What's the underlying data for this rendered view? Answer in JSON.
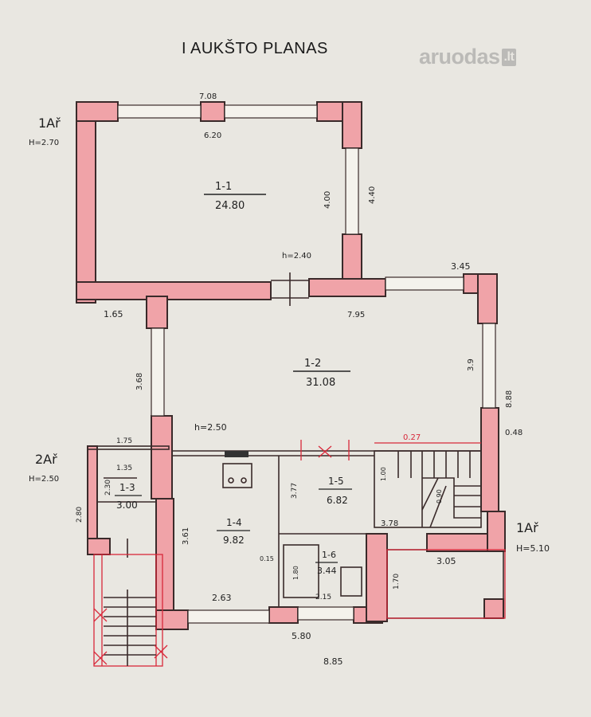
{
  "title": "I AUKŠTO PLANAS",
  "logo": {
    "text": "aruodas",
    "suffix": ".lt"
  },
  "rooms": [
    {
      "id": "1-1",
      "area": "24.80"
    },
    {
      "id": "1-2",
      "area": "31.08"
    },
    {
      "id": "1-3",
      "area": "3.00"
    },
    {
      "id": "1-4",
      "area": "9.82"
    },
    {
      "id": "1-5",
      "area": "6.82"
    },
    {
      "id": "1-6",
      "area": "3.44"
    }
  ],
  "dimensions": {
    "d708": "7.08",
    "d620": "6.20",
    "d400": "4.00",
    "d440": "4.40",
    "d345": "3.45",
    "d795": "7.95",
    "d165": "1.65",
    "d368": "3.68",
    "d39": "3.9",
    "d888": "8.88",
    "d048": "0.48",
    "d027": "0.27",
    "d175": "1.75",
    "d135": "1.35",
    "d230": "2.30",
    "d280": "2.80",
    "d361": "3.61",
    "d263": "2.63",
    "d580": "5.80",
    "d885": "8.85",
    "d377": "3.77",
    "d378": "3.78",
    "d305": "3.05",
    "d170": "1.70",
    "d215": "2.15",
    "d180": "1.80",
    "d015": "0.15",
    "d100": "1.00",
    "d090": "0.90"
  },
  "heights": {
    "h240": "h=2.40",
    "h250": "h=2.50"
  },
  "side_notes": {
    "a1": "1Ař",
    "a1h": "H=2.70",
    "a2": "2Ař",
    "a2h": "H=2.50",
    "a3": "1Ař",
    "a3h": "H=5.10"
  }
}
